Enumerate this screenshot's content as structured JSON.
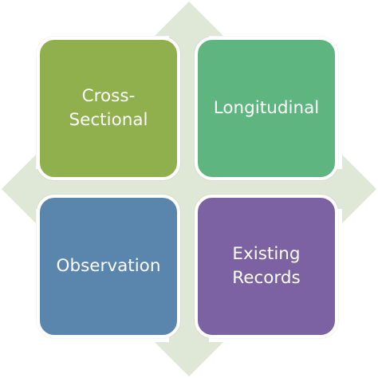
{
  "diagram": {
    "background_arrow_color": "#dfe8d6",
    "tiles": [
      {
        "label": "Cross-\nSectional",
        "color": "#8fb04c"
      },
      {
        "label": "Longitudinal",
        "color": "#5fb57f"
      },
      {
        "label": "Observation",
        "color": "#5a86ad"
      },
      {
        "label": "Existing\nRecords",
        "color": "#7d62a3"
      }
    ]
  }
}
